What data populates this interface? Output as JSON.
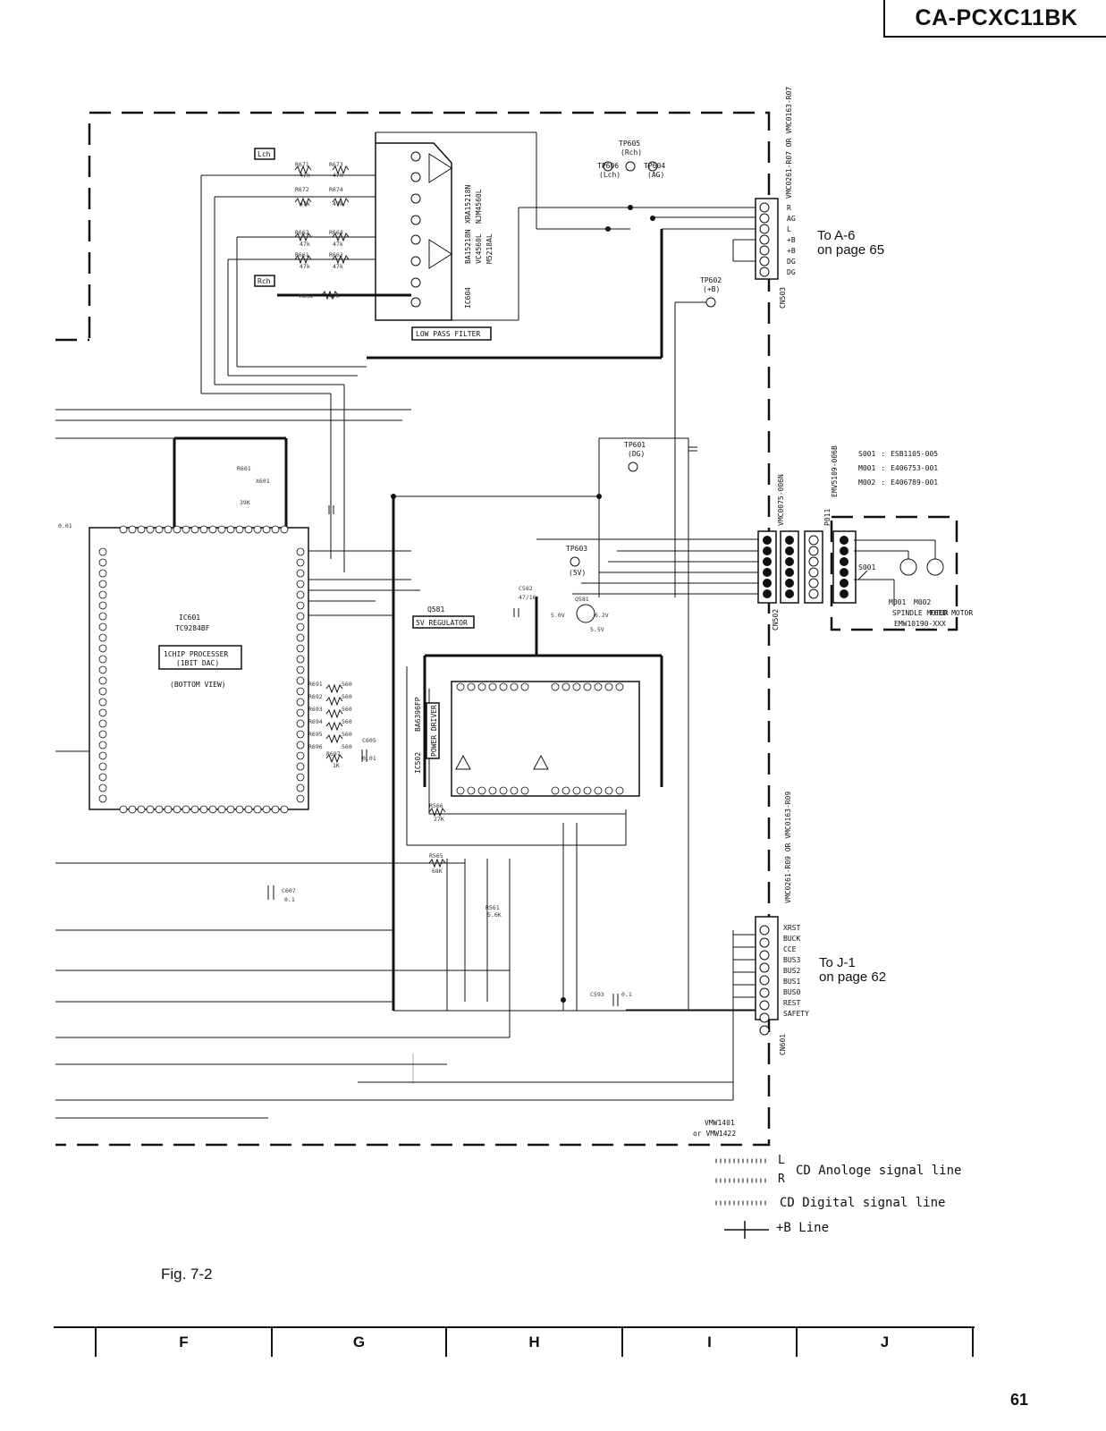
{
  "header": {
    "model": "CA-PCXC11BK"
  },
  "components": {
    "ic601": {
      "ref": "IC601",
      "part": "TC9284BF",
      "name": "1CHIP PROCESSER",
      "sub": "(1BIT DAC)",
      "view": "(BOTTOM VIEW)"
    },
    "ic502": {
      "ref": "IC502",
      "part": "BA6396FP",
      "name": "POWER DRIVER"
    },
    "ic604": {
      "ref": "IC604",
      "parts": [
        "BA15218N",
        "XRA15218N",
        "VC4560L",
        "NJM4560L",
        "M5218AL"
      ],
      "name": "LOW PASS FILTER"
    },
    "q581": {
      "ref": "Q581",
      "name": "5V REGULATOR"
    },
    "lch": "Lch",
    "rch": "Rch"
  },
  "test_points": [
    {
      "ref": "TP605",
      "label": "(Rch)"
    },
    {
      "ref": "TP606",
      "label": "(Lch)"
    },
    {
      "ref": "TP604",
      "label": "(AG)"
    },
    {
      "ref": "TP602",
      "label": "(+B)"
    },
    {
      "ref": "TP601",
      "label": "(DG)"
    },
    {
      "ref": "TP603",
      "label": "(5V)"
    }
  ],
  "connectors": {
    "cn503": {
      "ref": "CN503",
      "part": "VMC0261-R07 OR VMC0163-R07",
      "pins": [
        "R",
        "AG",
        "L",
        "+B",
        "+B",
        "DG",
        "DG"
      ],
      "dest": "To A-6",
      "dest_page": "on page 65"
    },
    "cn502": {
      "ref": "CN502",
      "part": "VMC0075-006N"
    },
    "cn601": {
      "ref": "CN601",
      "part": "VMC0261-R09 OR VMC0163-R09",
      "pins": [
        "XRST",
        "BUCK",
        "CCE",
        "BUS3",
        "BUS2",
        "BUS1",
        "BUS0",
        "REST",
        "SAFETY"
      ],
      "dest": "To J-1",
      "dest_page": "on page 62"
    },
    "p011": {
      "ref": "P011",
      "part": "EMV5109-006B"
    }
  },
  "motor_unit": {
    "switch": "S001",
    "m001": "M001",
    "m002": "M002",
    "spindle": "SPINDLE MOTOR",
    "feed": "FEED MOTOR",
    "assembly": "EMW10190-XXX",
    "parts": [
      {
        "ref": "S001",
        "part": "ESB1105-005"
      },
      {
        "ref": "M001",
        "part": "E406753-001"
      },
      {
        "ref": "M002",
        "part": "E406789-001"
      }
    ]
  },
  "board_ref": {
    "line1": "VMW1401",
    "line2": "or VMW1422"
  },
  "legend": {
    "analog": "CD Anologe signal line",
    "digital": "CD Digital signal line",
    "plusb": "+B Line",
    "l": "L",
    "r": "R"
  },
  "figure": "Fig. 7-2",
  "grid_columns": [
    "F",
    "G",
    "H",
    "I",
    "J"
  ],
  "page_number": "61"
}
